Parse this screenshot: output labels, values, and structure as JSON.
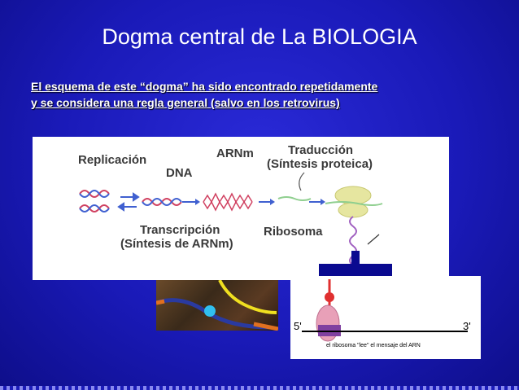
{
  "slide": {
    "title": "Dogma central de La BIOLOGIA",
    "subtitle_line1": "El esquema de este “dogma” ha sido encontrado repetidamente",
    "subtitle_line2": "y se considera una regla general (salvo en los retrovirus)"
  },
  "diagram": {
    "replicacion": "Replicación",
    "dna": "DNA",
    "arnm": "ARNm",
    "traduccion_1": "Traducción",
    "traduccion_2": "(Síntesis proteica)",
    "transcripcion_1": "Transcripción",
    "transcripcion_2": "(Síntesis de ARNm)",
    "ribosoma": "Ribosoma"
  },
  "ribosome_panel": {
    "five_prime": "5'",
    "three_prime": "3'",
    "caption": "el ribosoma \"lee\" el mensaje del ARN"
  }
}
